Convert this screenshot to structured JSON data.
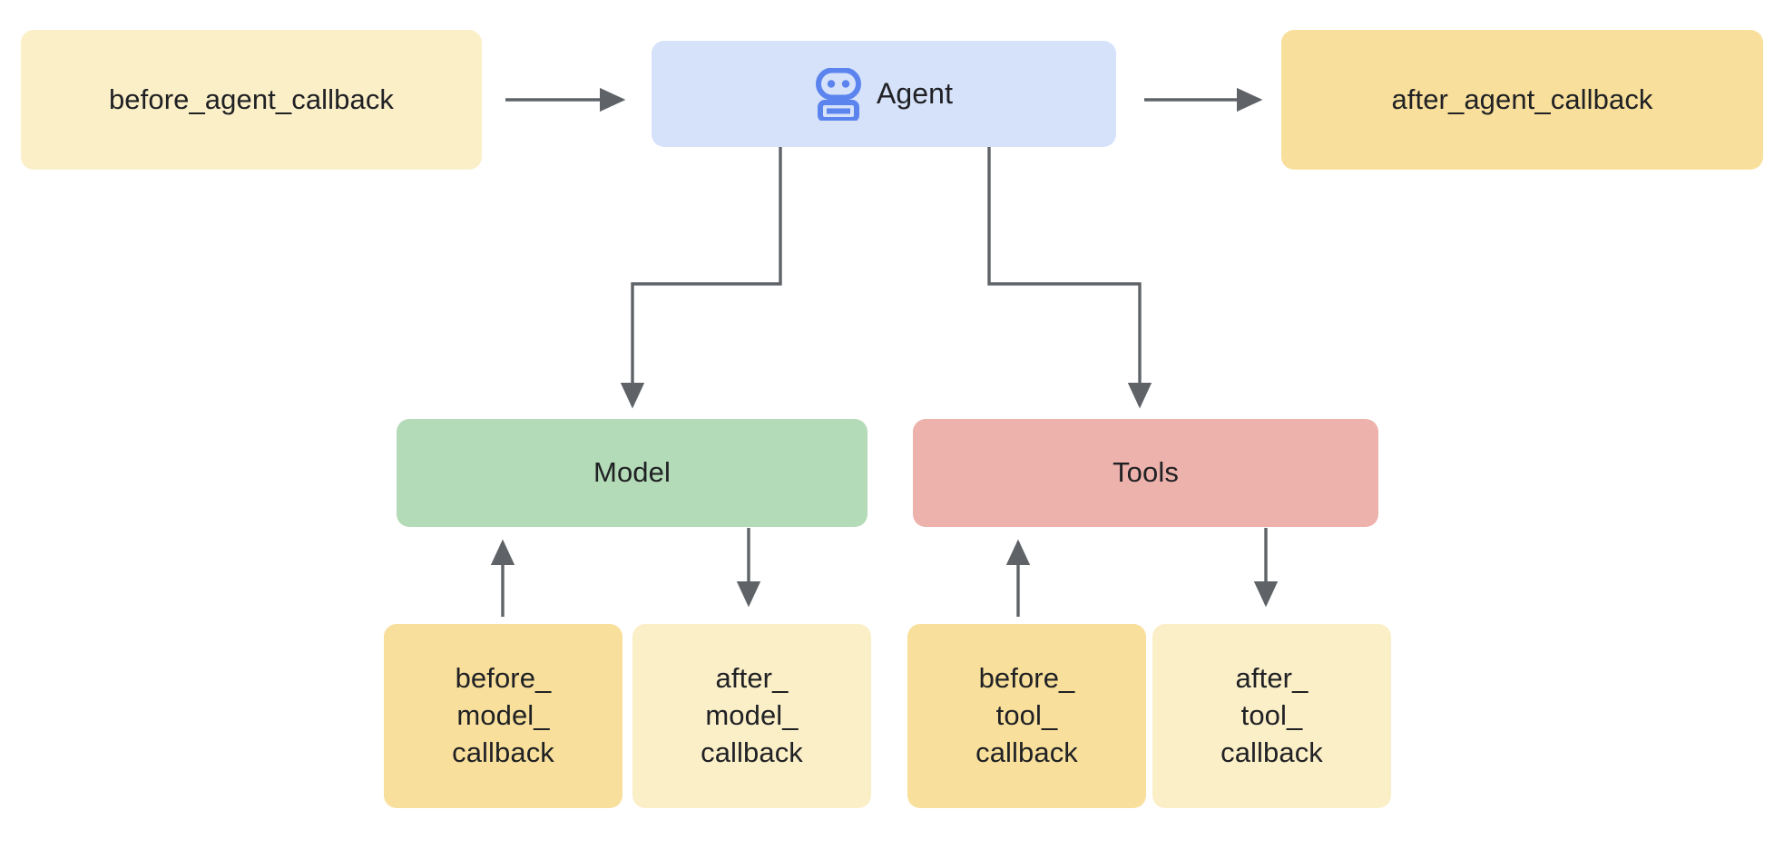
{
  "diagram": {
    "title": "Agent callback lifecycle",
    "background": "#ffffff",
    "line_color": "#5f6368",
    "text_color": "#202124",
    "colors": {
      "pale_yellow": "#FBEFC8",
      "deep_yellow": "#F8DF9B",
      "agent_blue": "#D6E2FA",
      "model_green": "#B4DBB7",
      "tools_red": "#EDB2AC",
      "robot_blue": "#5B84EE"
    },
    "nodes": {
      "before_agent": {
        "label": "before_agent_callback",
        "fill": "#FBEFC8"
      },
      "agent": {
        "label": "Agent",
        "fill": "#D6E2FA",
        "icon": "robot-icon"
      },
      "after_agent": {
        "label": "after_agent_callback",
        "fill": "#F8DF9B"
      },
      "model": {
        "label": "Model",
        "fill": "#B4DBB7"
      },
      "tools": {
        "label": "Tools",
        "fill": "#EDB2AC"
      },
      "before_model": {
        "label": "before_\nmodel_\ncallback",
        "fill": "#F8DF9B"
      },
      "after_model": {
        "label": "after_\nmodel_\ncallback",
        "fill": "#FBEFC8"
      },
      "before_tool": {
        "label": "before_\ntool_\ncallback",
        "fill": "#F8DF9B"
      },
      "after_tool": {
        "label": "after_\ntool_\ncallback",
        "fill": "#FBEFC8"
      }
    },
    "edges": [
      {
        "name": "before-agent-to-agent",
        "from": "before_agent",
        "to": "agent",
        "direction": "right"
      },
      {
        "name": "agent-to-after-agent",
        "from": "agent",
        "to": "after_agent",
        "direction": "right"
      },
      {
        "name": "agent-to-model",
        "from": "agent",
        "to": "model",
        "direction": "down"
      },
      {
        "name": "agent-to-tools",
        "from": "agent",
        "to": "tools",
        "direction": "down"
      },
      {
        "name": "before-model-to-model",
        "from": "before_model",
        "to": "model",
        "direction": "up"
      },
      {
        "name": "model-to-after-model",
        "from": "model",
        "to": "after_model",
        "direction": "down"
      },
      {
        "name": "before-tool-to-tools",
        "from": "before_tool",
        "to": "tools",
        "direction": "up"
      },
      {
        "name": "tools-to-after-tool",
        "from": "tools",
        "to": "after_tool",
        "direction": "down"
      }
    ]
  }
}
